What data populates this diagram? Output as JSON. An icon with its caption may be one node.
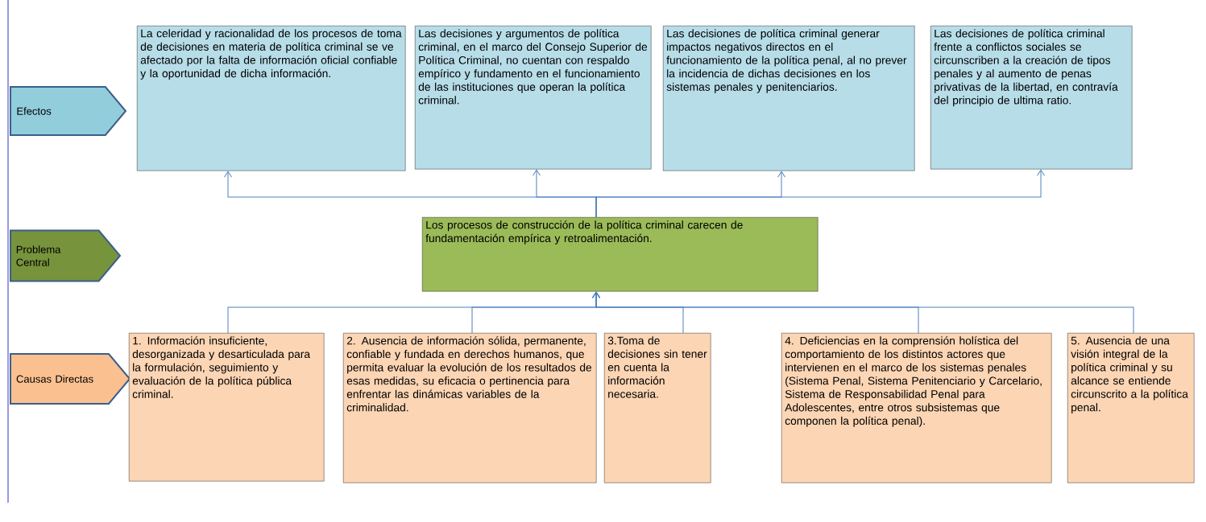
{
  "diagram": {
    "nodes": [
      {
        "text": [
          "Efectos"
        ]
      },
      {
        "text": [
          "La celeridad y racionalidad de los procesos de toma de decisiones en materia de política criminal se ve afectado por la falta de información oficial confiable y la oportunidad de dicha información."
        ]
      },
      {
        "text": [
          "Las decisiones y argumentos de política criminal, en el marco del Consejo Superior de Política Criminal, no cuentan con respaldo empírico y fundamento en el funcionamiento de las instituciones que operan la política criminal."
        ]
      },
      {
        "text": [
          "Las decisiones de política criminal generar impactos negativos directos en el funcionamiento de la política penal, al no prever la incidencia de dichas decisiones en los sistemas penales y penitenciarios."
        ]
      },
      {
        "text": [
          "Las decisiones de política criminal frente a conflictos sociales se circunscriben a la creación de tipos penales y al aumento de penas privativas de la libertad, en contravía del principio de ultima ratio."
        ]
      },
      {
        "text": [
          "Problema Central"
        ]
      },
      {
        "text": [
          "Los procesos de construcción de la política criminal carecen de fundamentación empírica y retroalimentación."
        ]
      },
      {
        "text": [
          "Causas Directas"
        ]
      },
      {
        "text": [
          "1. Información insuficiente, desorganizada y desarticulada para la formulación, seguimiento y evaluación de la política pública criminal."
        ]
      },
      {
        "text": [
          "2. Ausencia de información sólida, permanente, confiable y fundada en derechos humanos, que permita evaluar la evolución de los resultados de esas medidas, su eficacia o pertinencia para enfrentar las dinámicas variables de la criminalidad."
        ]
      },
      {
        "text": [
          "3.Toma de decisiones sin tener en cuenta la información necesaria."
        ]
      },
      {
        "text": [
          "4. Deficiencias en la comprensión holística del comportamiento de los distintos actores que intervienen en el marco de los sistemas penales (Sistema Penal, Sistema Penitenciario y Carcelario, Sistema de Responsabilidad Penal para Adolescentes, entre otros subsistemas que componen la política penal)."
        ]
      },
      {
        "text": [
          "5. Ausencia de una visión integral de la política criminal y su alcance se entiende circunscrito a la política penal."
        ]
      }
    ],
    "edges": [
      {
        "from": 6,
        "to": 1,
        "arrow": "to"
      },
      {
        "from": 6,
        "to": 2,
        "arrow": "to"
      },
      {
        "from": 6,
        "to": 3,
        "arrow": "to"
      },
      {
        "from": 6,
        "to": 4,
        "arrow": "to"
      },
      {
        "from": 8,
        "to": 6,
        "arrow": "to"
      },
      {
        "from": 9,
        "to": 6,
        "arrow": "to"
      },
      {
        "from": 10,
        "to": 6,
        "arrow": "to"
      },
      {
        "from": 11,
        "to": 6,
        "arrow": "to"
      },
      {
        "from": 12,
        "to": 6,
        "arrow": "to"
      }
    ]
  }
}
